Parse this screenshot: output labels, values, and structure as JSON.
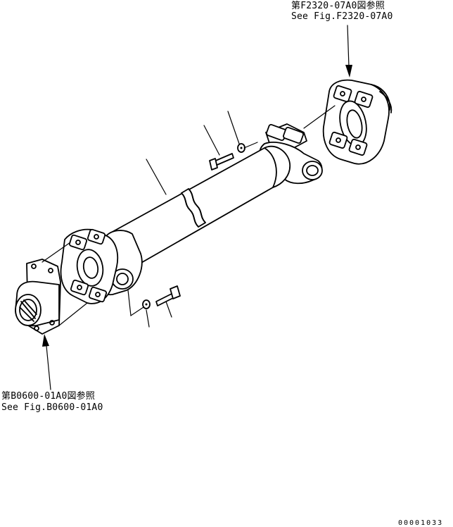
{
  "ref_top": {
    "line1": "第F2320-07A0図参照",
    "line2": "See Fig.F2320-07A0"
  },
  "ref_bottom": {
    "line1": "第B0600-01A0図参照",
    "line2": "See Fig.B0600-01A0"
  },
  "drawing_id": "00001033"
}
